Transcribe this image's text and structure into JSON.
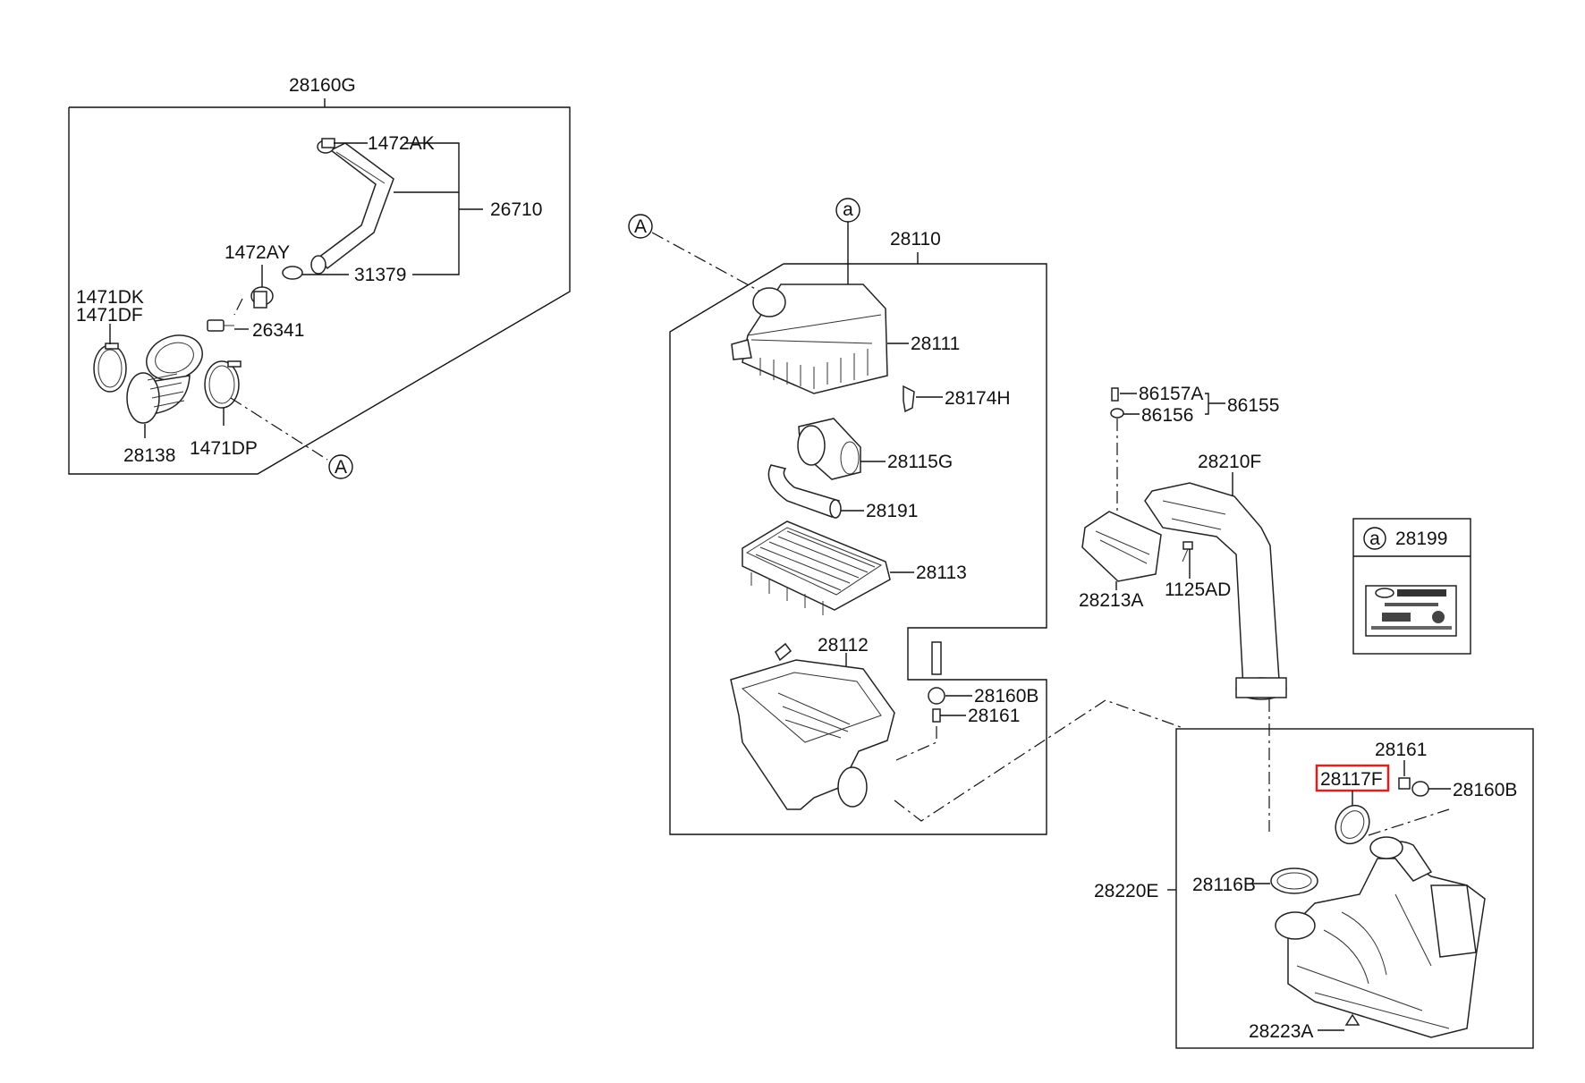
{
  "labels": {
    "l28160G": "28160G",
    "l1472AK": "1472AK",
    "l26710": "26710",
    "l1472AY": "1472AY",
    "l31379": "31379",
    "l1471DK": "1471DK",
    "l1471DF": "1471DF",
    "l26341": "26341",
    "l28138": "28138",
    "l1471DP": "1471DP",
    "refA1": "A",
    "refA2": "A",
    "refa1": "a",
    "refa2": "a",
    "l28110": "28110",
    "l28111": "28111",
    "l28174H": "28174H",
    "l28115G": "28115G",
    "l28191": "28191",
    "l28113": "28113",
    "l28112": "28112",
    "l28160B1": "28160B",
    "l28161a": "28161",
    "l86157A": "86157A",
    "l86156": "86156",
    "l86155": "86155",
    "l28210F": "28210F",
    "l28213A": "28213A",
    "l1125AD": "1125AD",
    "l28199": "28199",
    "l28161b": "28161",
    "l28117F": "28117F",
    "l28160B2": "28160B",
    "l28220E": "28220E",
    "l28116B": "28116B",
    "l28223A": "28223A"
  },
  "highlight_label": "28117F",
  "colors": {
    "highlight": "#e0201f",
    "line": "#111111",
    "background": "#ffffff"
  },
  "icons": [
    "hyundai-logo-icon",
    "sticker-label-icon"
  ]
}
